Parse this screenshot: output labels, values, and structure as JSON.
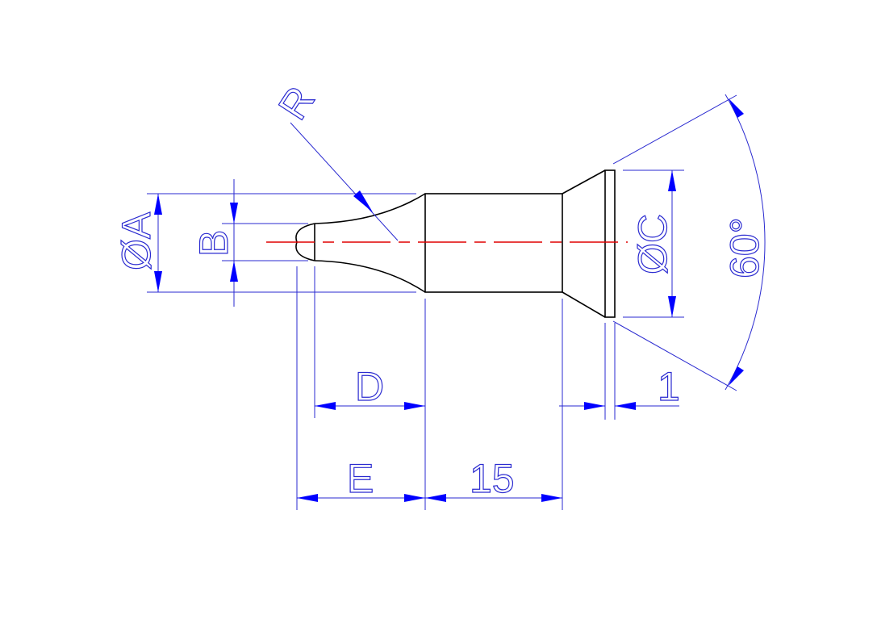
{
  "drawing": {
    "labels": {
      "dia_a": "ØA",
      "b": "B",
      "r": "R",
      "dia_c": "ØC",
      "angle": "60°",
      "d": "D",
      "e": "E",
      "length": "15",
      "head_thickness": "1"
    },
    "colors": {
      "part_outline": "#000000",
      "dimension": "#2a2ad0",
      "arrowhead": "#0000ff",
      "centerline": "#e00000"
    }
  }
}
